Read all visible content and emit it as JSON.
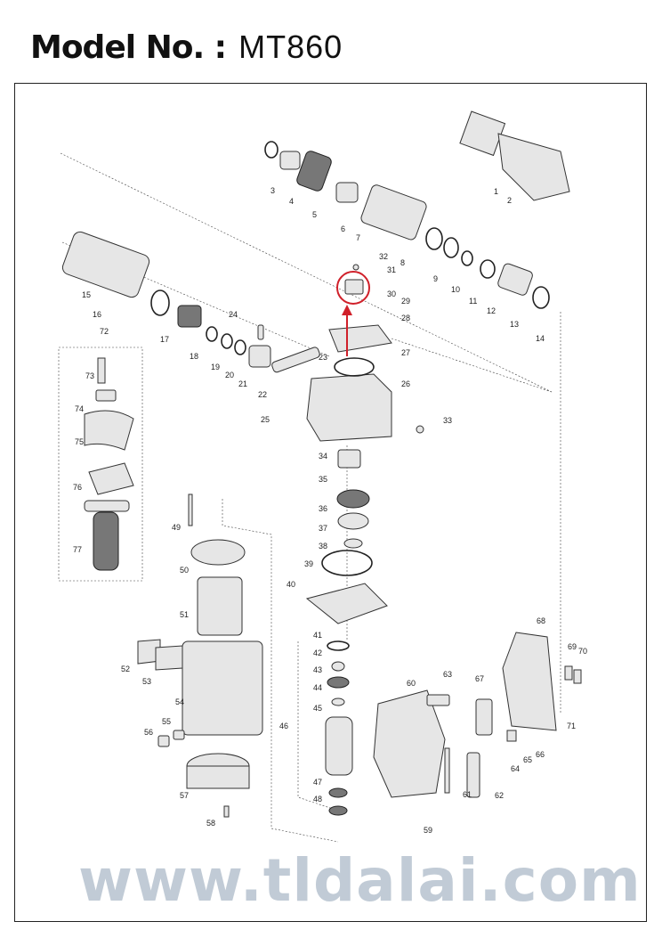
{
  "header": {
    "label": "Model No. :",
    "model": "MT860"
  },
  "watermark": "www.tldalai.com",
  "accent_color": "#d0202a",
  "part_labels": [
    "1",
    "2",
    "3",
    "4",
    "5",
    "6",
    "7",
    "8",
    "9",
    "10",
    "11",
    "12",
    "13",
    "14",
    "15",
    "16",
    "17",
    "18",
    "19",
    "20",
    "21",
    "22",
    "23",
    "24",
    "25",
    "26",
    "27",
    "28",
    "29",
    "30",
    "31",
    "32",
    "33",
    "34",
    "35",
    "36",
    "37",
    "38",
    "39",
    "40",
    "41",
    "42",
    "43",
    "44",
    "45",
    "46",
    "47",
    "48",
    "49",
    "50",
    "51",
    "52",
    "53",
    "54",
    "55",
    "56",
    "57",
    "58",
    "59",
    "60",
    "61",
    "62",
    "63",
    "64",
    "65",
    "66",
    "67",
    "68",
    "69",
    "70",
    "71",
    "72",
    "73",
    "74",
    "75",
    "76",
    "77"
  ]
}
